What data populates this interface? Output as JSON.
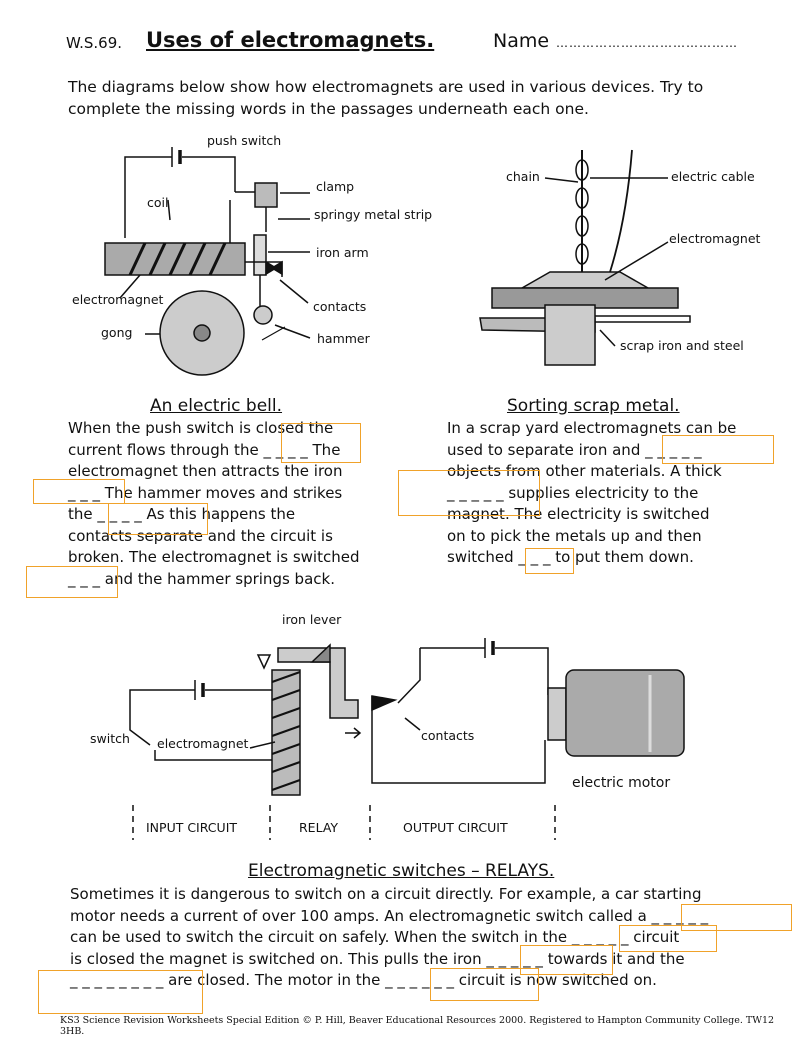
{
  "header": {
    "sheet_no": "W.S.69.",
    "title": "Uses of electromagnets.",
    "name_label": "Name",
    "name_dots": "……………………………………"
  },
  "intro": "The diagrams below show how electromagnets are used in various devices. Try to complete the missing words in the passages underneath each one.",
  "bell": {
    "labels": {
      "push_switch": "push switch",
      "clamp": "clamp",
      "coil": "coil",
      "springy": "springy metal strip",
      "iron_arm": "iron arm",
      "electromagnet": "electromagnet",
      "contacts": "contacts",
      "gong": "gong",
      "hammer": "hammer"
    },
    "caption": "An electric bell.",
    "lines": [
      "When the push switch is closed the",
      "current flows through the _ _ _ _ The",
      "electromagnet then attracts the iron",
      "_ _ _ The hammer moves and strikes",
      "the _ _ _ _ As this happens the",
      "contacts separate and the circuit is",
      "broken. The electromagnet is switched",
      "_ _ _ and the hammer springs back."
    ]
  },
  "scrap": {
    "labels": {
      "chain": "chain",
      "cable": "electric cable",
      "electromagnet": "electromagnet",
      "scrap": "scrap iron and steel"
    },
    "caption": "Sorting scrap metal.",
    "lines": [
      "In a scrap yard electromagnets can be",
      "used to separate iron and _ _ _ _ _",
      "objects from other materials. A thick",
      "_ _ _ _ _ supplies electricity to the",
      "magnet. The electricity is switched",
      "on to pick the metals up and then",
      "switched _ _ _ to put them down."
    ]
  },
  "relay": {
    "labels": {
      "iron_lever": "iron lever",
      "switch": "switch",
      "electromagnet": "electromagnet",
      "contacts": "contacts",
      "motor": "electric motor",
      "input": "INPUT CIRCUIT",
      "relay": "RELAY",
      "output": "OUTPUT CIRCUIT"
    },
    "caption": "Electromagnetic switches – RELAYS.",
    "lines": [
      "Sometimes it is dangerous to switch on a circuit directly. For example, a car starting",
      "motor needs a current of over 100 amps. An electromagnetic switch called a _ _ _ _ _",
      "can be used to  switch the circuit on safely. When the switch in the _ _ _ _ _ circuit",
      "is closed the magnet is switched on. This pulls the iron _ _ _ _ _ towards it and the",
      "_ _ _ _ _ _ _ _ are closed. The motor in the _ _ _ _ _ _ circuit is now switched on."
    ]
  },
  "footer": "KS3 Science Revision Worksheets Special Edition © P. Hill, Beaver Educational Resources 2000.    Registered to Hampton Community College. TW12 3HB.",
  "colors": {
    "answer_box": "#f0a22a"
  }
}
